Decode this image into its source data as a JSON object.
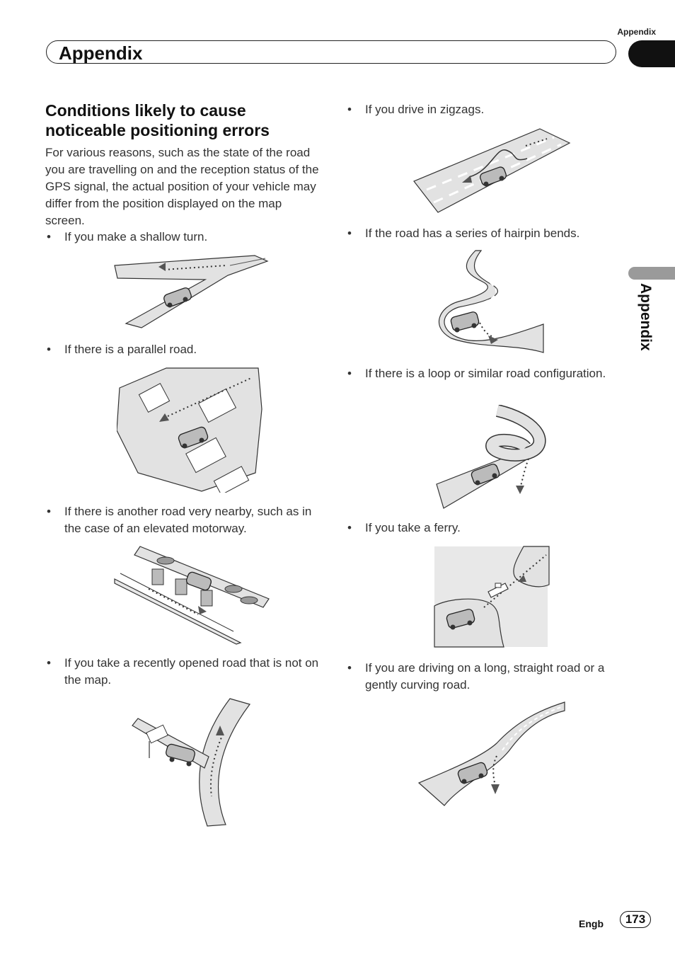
{
  "header": {
    "running_head": "Appendix",
    "banner_title": "Appendix",
    "side_tab_label": "Appendix"
  },
  "section": {
    "title": "Conditions likely to cause noticeable positioning errors",
    "intro": "For various reasons, such as the state of the road you are travelling on and the reception status of the GPS signal, the actual position of your vehicle may differ from the position displayed on the map screen."
  },
  "bullets": {
    "b1": "If you make a shallow turn.",
    "b2": "If there is a parallel road.",
    "b3": "If there is another road very nearby, such as in the case of an elevated motorway.",
    "b4": "If you take a recently opened road that is not on the map.",
    "b5": "If you drive in zigzags.",
    "b6": "If the road has a series of hairpin bends.",
    "b7": "If there is a loop or similar road configuration.",
    "b8": "If you take a ferry.",
    "b9": "If you are driving on a long, straight road or a gently curving road."
  },
  "bullet_symbol": "•",
  "footer": {
    "language": "Engb",
    "page_number": "173"
  }
}
